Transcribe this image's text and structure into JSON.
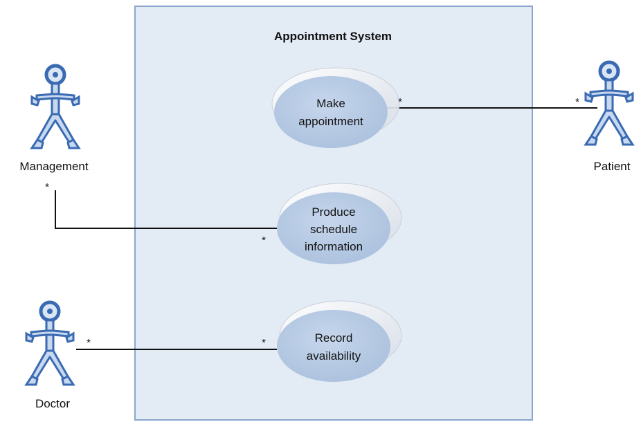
{
  "system": {
    "title": "Appointment System"
  },
  "actors": {
    "management": {
      "name": "Management"
    },
    "patient": {
      "name": "Patient"
    },
    "doctor": {
      "name": "Doctor"
    }
  },
  "use_cases": {
    "make_appointment": {
      "line1": "Make",
      "line2": "appointment"
    },
    "produce_schedule": {
      "line1": "Produce",
      "line2": "schedule",
      "line3": "information"
    },
    "record_availability": {
      "line1": "Record",
      "line2": "availability"
    }
  },
  "multiplicity": "*",
  "colors": {
    "boundary_fill": "#e3ebf5",
    "boundary_stroke": "#8aa6cf",
    "usecase_fill": "#b8cbe4",
    "actor_stroke": "#3a6ab2",
    "actor_fill": "#c7d8ef"
  }
}
